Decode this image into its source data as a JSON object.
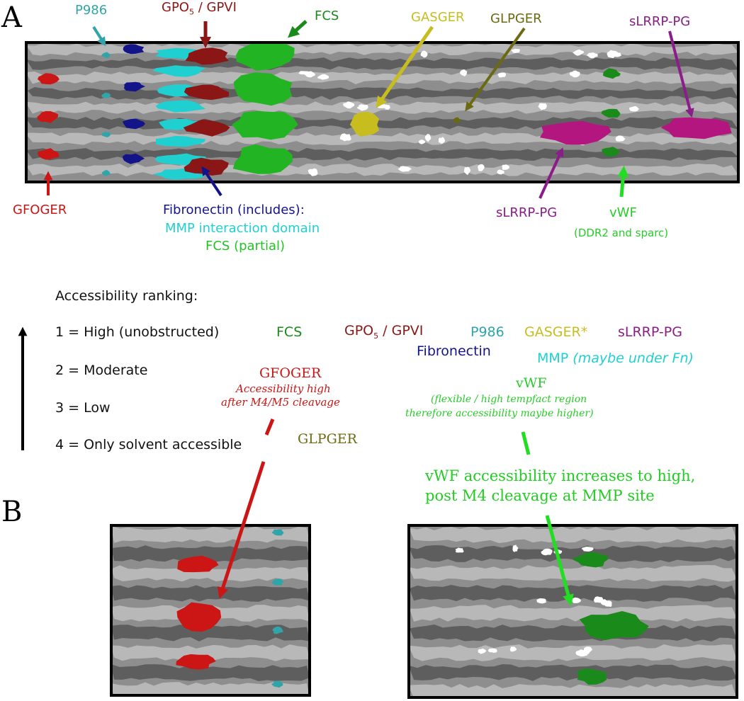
{
  "colors": {
    "gfoger": "#cc1515",
    "p986": "#30a5a9",
    "gpo5": "#8b1616",
    "fcs": "#1a8a1a",
    "fcs_bright": "#22b422",
    "gasger": "#c8bd1e",
    "glpger": "#6b6a12",
    "slrrp": "#8a1d8a",
    "fibronectin": "#14148a",
    "mmp": "#20d0d0",
    "fcs_partial": "#22c422",
    "vwf": "#28cc28",
    "vwf_pink": "#b3167e"
  },
  "panels": {
    "a": "A",
    "b": "B"
  },
  "panel_a": {
    "labels": {
      "p986": "P986",
      "gpo5_main": "GPO",
      "gpo5_sub": "5",
      "gpo5_tail": " / GPVI",
      "fcs": "FCS",
      "gasger": "GASGER",
      "glpger": "GLPGER",
      "slrrp_top": "sLRRP-PG",
      "gfoger": "GFOGER",
      "fibronectin_line1": "Fibronectin (includes):",
      "fibronectin_line2": "MMP interaction domain",
      "fibronectin_line3": "FCS (partial)",
      "slrrp_bottom": "sLRRP-PG",
      "vwf": "vWF",
      "vwf_note": "(DDR2 and sparc)"
    }
  },
  "ranking": {
    "title": "Accessibility ranking:",
    "levels": [
      "1 = High (unobstructed)",
      "2 = Moderate",
      "3 = Low",
      "4 = Only solvent accessible"
    ],
    "level1": {
      "fcs": "FCS",
      "gpo5_main": "GPO",
      "gpo5_sub": "5",
      "gpo5_tail": " / GPVI",
      "p986": "P986",
      "gasger": "GASGER*",
      "slrrp": "sLRRP-PG"
    },
    "fibronectin": "Fibronectin",
    "mmp": "MMP",
    "mmp_note": "(maybe under Fn)",
    "gfoger": "GFOGER",
    "gfoger_note1": "Accessibility high",
    "gfoger_note2": "after M4/M5 cleavage",
    "vwf": "vWF",
    "vwf_note1": "(flexible / high tempfact region",
    "vwf_note2": "therefore accessibility maybe higher)",
    "glpger": "GLPGER"
  },
  "panel_b": {
    "vwf_post_line1": "vWF accessibility increases to high,",
    "vwf_post_line2": "post M4 cleavage at MMP site"
  }
}
